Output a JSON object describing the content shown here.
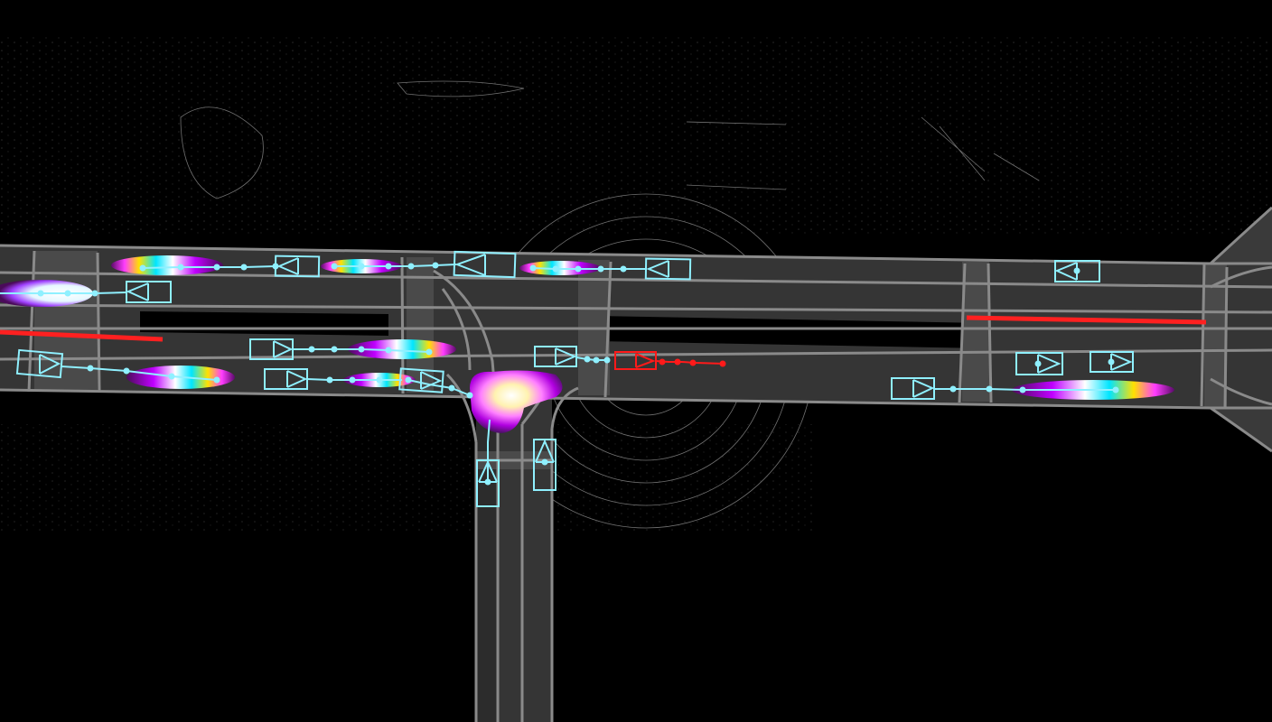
{
  "colors": {
    "background": "#000000",
    "road": "#3a3a3a",
    "road_dark": "#2a2a2a",
    "crosswalk": "#555555",
    "lane_line": "#8a8a8a",
    "lidar": "#bdbdbd",
    "agent": "#8ff0ff",
    "ego": "#ff1a1a",
    "traffic_light_red": "#ff2020"
  },
  "legend": {
    "ego_vehicle": "ego-vehicle",
    "other_agent": "agent",
    "prediction": "prediction-heatmap"
  }
}
